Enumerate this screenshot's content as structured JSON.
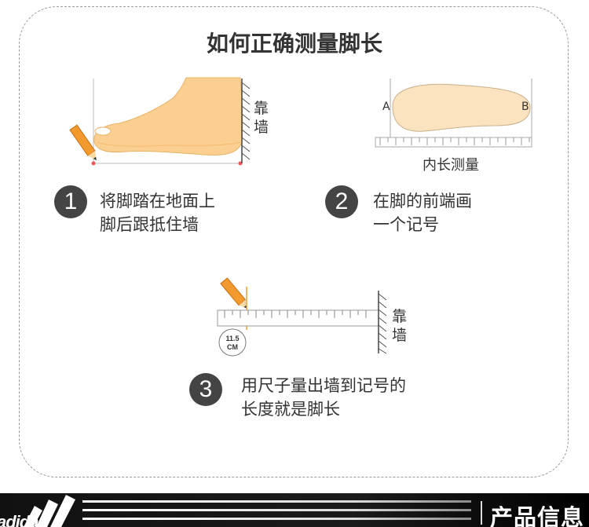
{
  "title": "如何正确测量脚长",
  "wall_label": "靠墙",
  "insole": {
    "caption": "内长测量",
    "point_a": "A",
    "point_b": "B"
  },
  "steps": [
    {
      "number": "1",
      "lines": [
        "将脚踏在地面上",
        "脚后跟抵住墙"
      ]
    },
    {
      "number": "2",
      "lines": [
        "在脚的前端画",
        "一个记号"
      ]
    },
    {
      "number": "3",
      "lines": [
        "用尺子量出墙到记号的",
        "长度就是脚长"
      ]
    }
  ],
  "ruler_reading": {
    "value": "11.5",
    "unit": "CM"
  },
  "banner": {
    "brand": "adidas",
    "title": "产品信息"
  },
  "colors": {
    "foot": "#fbcf8f",
    "pencil": "#f39a2e",
    "step_circle": "#444444",
    "banner_bg": "#111111"
  }
}
